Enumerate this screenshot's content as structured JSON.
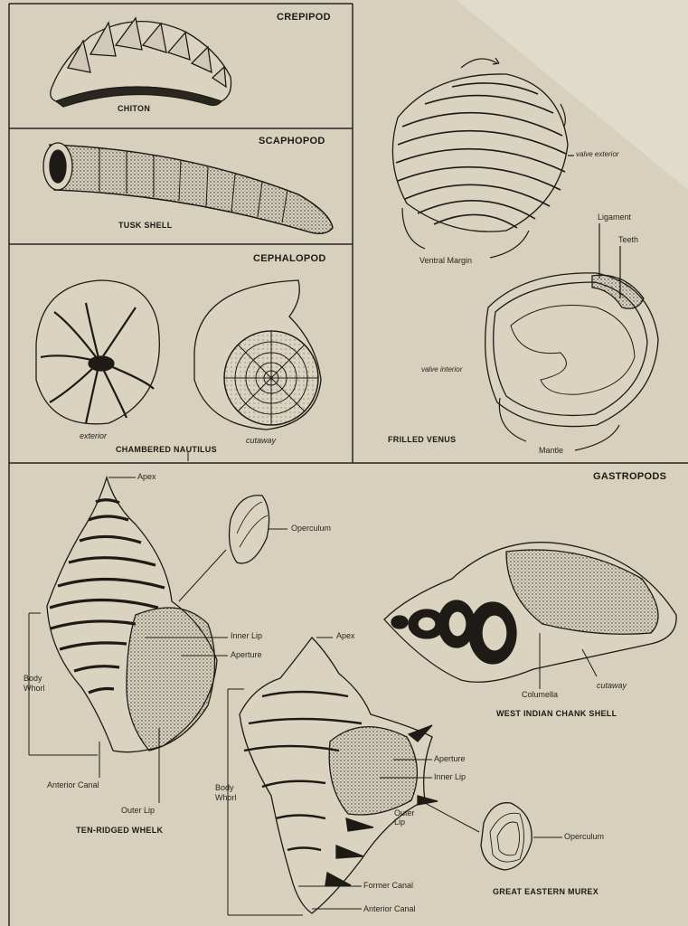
{
  "sections": {
    "crepipod": {
      "header": "CREPIPOD",
      "caption": "CHITON"
    },
    "scaphopod": {
      "header": "SCAPHOPOD",
      "caption": "TUSK SHELL"
    },
    "cephalopod": {
      "header": "CEPHALOPOD",
      "caption": "CHAMBERED NAUTILUS",
      "label_exterior": "exterior",
      "label_cutaway": "cutaway"
    },
    "venus": {
      "caption": "FRILLED VENUS",
      "label_valve_exterior": "valve exterior",
      "label_ventral_margin": "Ventral Margin",
      "label_ligament": "Ligament",
      "label_teeth": "Teeth",
      "label_valve_interior": "valve interior",
      "label_mantle": "Mantle"
    },
    "gastropods": {
      "header": "GASTROPODS",
      "whelk": {
        "caption": "TEN-RIDGED WHELK",
        "apex": "Apex",
        "operculum": "Operculum",
        "inner_lip": "Inner Lip",
        "aperture": "Aperture",
        "body_whorl": "Body Whorl",
        "anterior_canal": "Anterior Canal",
        "outer_lip": "Outer Lip"
      },
      "chank": {
        "caption": "WEST INDIAN CHANK SHELL",
        "columella": "Columella",
        "cutaway": "cutaway"
      },
      "murex": {
        "caption": "GREAT EASTERN MUREX",
        "apex": "Apex",
        "aperture": "Aperture",
        "inner_lip": "Inner Lip",
        "outer_lip": "Outer Lip",
        "body_whorl": "Body Whorl",
        "operculum": "Operculum",
        "former_canal": "Former Canal",
        "anterior_canal": "Anterior Canal"
      }
    }
  }
}
